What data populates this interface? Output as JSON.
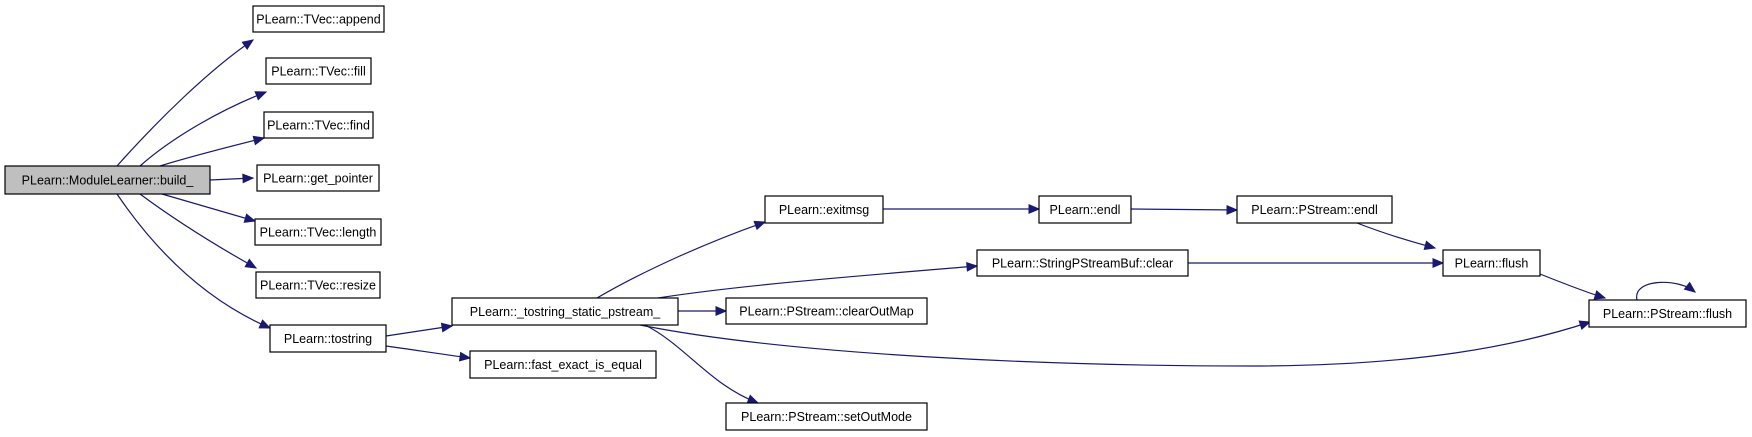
{
  "graph": {
    "nodes": {
      "build": "PLearn::ModuleLearner::build_",
      "append": "PLearn::TVec::append",
      "fill": "PLearn::TVec::fill",
      "find": "PLearn::TVec::find",
      "get_pointer": "PLearn::get_pointer",
      "length": "PLearn::TVec::length",
      "resize": "PLearn::TVec::resize",
      "tostring": "PLearn::tostring",
      "tostring_static": "PLearn::_tostring_static_pstream_",
      "fast_exact": "PLearn::fast_exact_is_equal",
      "exitmsg": "PLearn::exitmsg",
      "sp_clear": "PLearn::StringPStreamBuf::clear",
      "clear_out_map": "PLearn::PStream::clearOutMap",
      "set_out_mode": "PLearn::PStream::setOutMode",
      "endl": "PLearn::endl",
      "ps_endl": "PLearn::PStream::endl",
      "flush": "PLearn::flush",
      "ps_flush": "PLearn::PStream::flush"
    },
    "highlighted_node": "build",
    "colors": {
      "highlight_fill": "#bfbfbf",
      "node_fill": "#ffffff",
      "edge": "#191970"
    }
  }
}
